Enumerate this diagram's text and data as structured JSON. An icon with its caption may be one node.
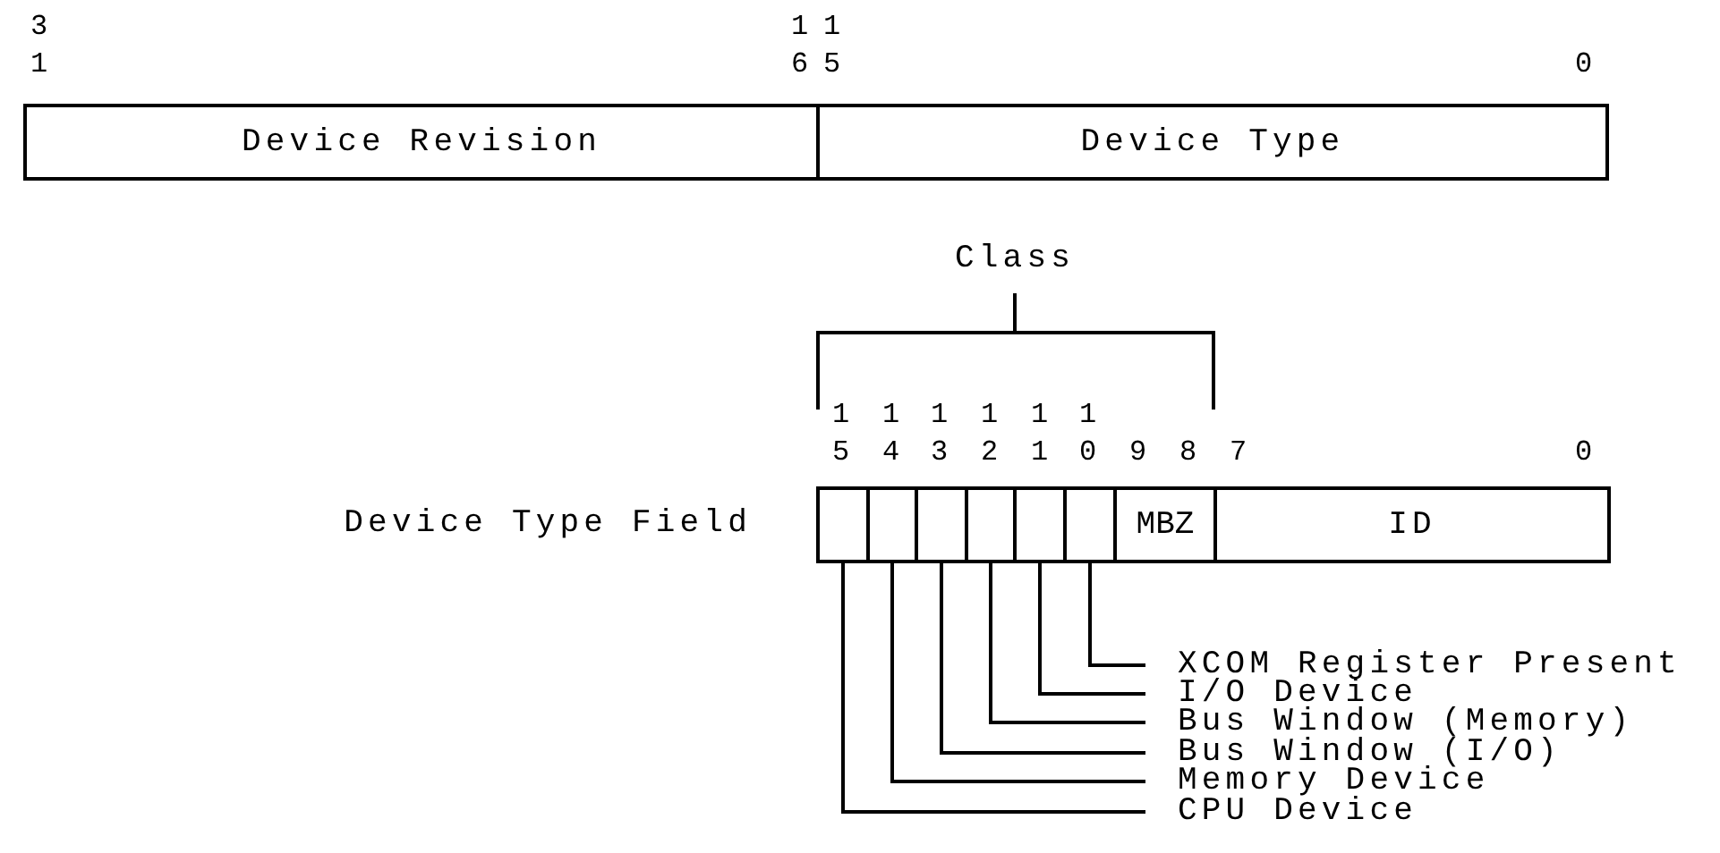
{
  "diagram": {
    "nodes": [
      {
        "text": [
          "Device Revision"
        ]
      },
      {
        "text": [
          "Device Type"
        ]
      },
      {
        "text": [],
        "shape": "box"
      },
      {
        "text": [],
        "shape": "box"
      },
      {
        "text": [],
        "shape": "box"
      },
      {
        "text": [],
        "shape": "box"
      },
      {
        "text": [],
        "shape": "box"
      },
      {
        "text": [],
        "shape": "box"
      },
      {
        "text": [
          "MBZ"
        ]
      },
      {
        "text": [
          "ID"
        ]
      },
      {
        "text": [
          "XCOM Register Present"
        ]
      },
      {
        "text": [
          "I/O Device"
        ]
      },
      {
        "text": [
          "Bus Window (Memory)"
        ]
      },
      {
        "text": [
          "Bus Window (I/O)"
        ]
      },
      {
        "text": [
          "Memory Device"
        ]
      },
      {
        "text": [
          "CPU Device"
        ]
      }
    ],
    "edges": [
      {
        "from": 10,
        "to": 7,
        "arrow": "none"
      },
      {
        "from": 11,
        "to": 6,
        "arrow": "none"
      },
      {
        "from": 12,
        "to": 5,
        "arrow": "none"
      },
      {
        "from": 13,
        "to": 4,
        "arrow": "none"
      },
      {
        "from": 14,
        "to": 3,
        "arrow": "none"
      },
      {
        "from": 15,
        "to": 2,
        "arrow": "none"
      }
    ],
    "labels": [
      "31",
      "16",
      "15",
      "0",
      "Class",
      "15",
      "14",
      "13",
      "12",
      "11",
      "10",
      "9",
      "8",
      "7",
      "0",
      "Device Type Field"
    ]
  }
}
